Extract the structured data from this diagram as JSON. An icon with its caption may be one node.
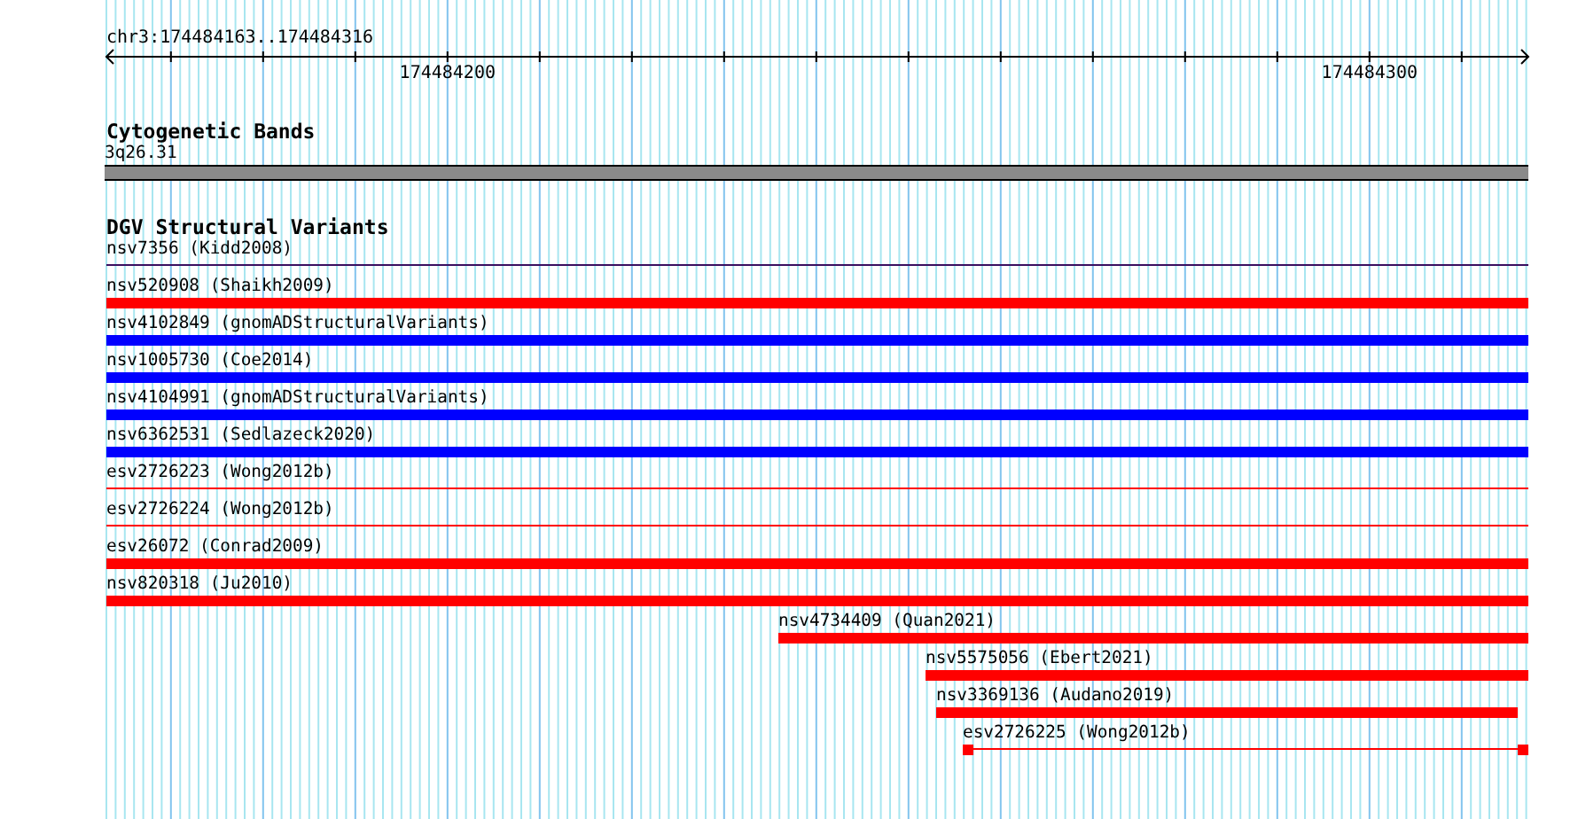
{
  "diagram": {
    "nodes": [
      {
        "text": [],
        "shape": "bar",
        "beside": [
          "3q26.31"
        ]
      },
      {
        "text": [],
        "shape": "line",
        "beside": [
          "nsv7356 (Kidd2008)"
        ]
      },
      {
        "text": [],
        "shape": "bar",
        "beside": [
          "nsv520908 (Shaikh2009)"
        ]
      },
      {
        "text": [],
        "shape": "bar",
        "beside": [
          "nsv4102849 (gnomADStructuralVariants)"
        ]
      },
      {
        "text": [],
        "shape": "bar",
        "beside": [
          "nsv1005730 (Coe2014)"
        ]
      },
      {
        "text": [],
        "shape": "bar",
        "beside": [
          "nsv4104991 (gnomADStructuralVariants)"
        ]
      },
      {
        "text": [],
        "shape": "bar",
        "beside": [
          "nsv6362531 (Sedlazeck2020)"
        ]
      },
      {
        "text": [],
        "shape": "line",
        "beside": [
          "esv2726223 (Wong2012b)"
        ]
      },
      {
        "text": [],
        "shape": "line",
        "beside": [
          "esv2726224 (Wong2012b)"
        ]
      },
      {
        "text": [],
        "shape": "bar",
        "beside": [
          "esv26072 (Conrad2009)"
        ]
      },
      {
        "text": [],
        "shape": "bar",
        "beside": [
          "nsv820318 (Ju2010)"
        ]
      },
      {
        "text": [],
        "shape": "bar",
        "beside": [
          "nsv4734409 (Quan2021)"
        ]
      },
      {
        "text": [],
        "shape": "bar",
        "beside": [
          "nsv5575056 (Ebert2021)"
        ]
      },
      {
        "text": [],
        "shape": "bar",
        "beside": [
          "nsv3369136 (Audano2019)"
        ]
      },
      {
        "text": [],
        "shape": "line",
        "beside": [
          "esv2726225 (Wong2012b)"
        ]
      }
    ],
    "labels": [
      "chr3:174484163..174484316",
      "174484200",
      "174484300",
      "Cytogenetic Bands",
      "DGV Structural Variants"
    ]
  }
}
